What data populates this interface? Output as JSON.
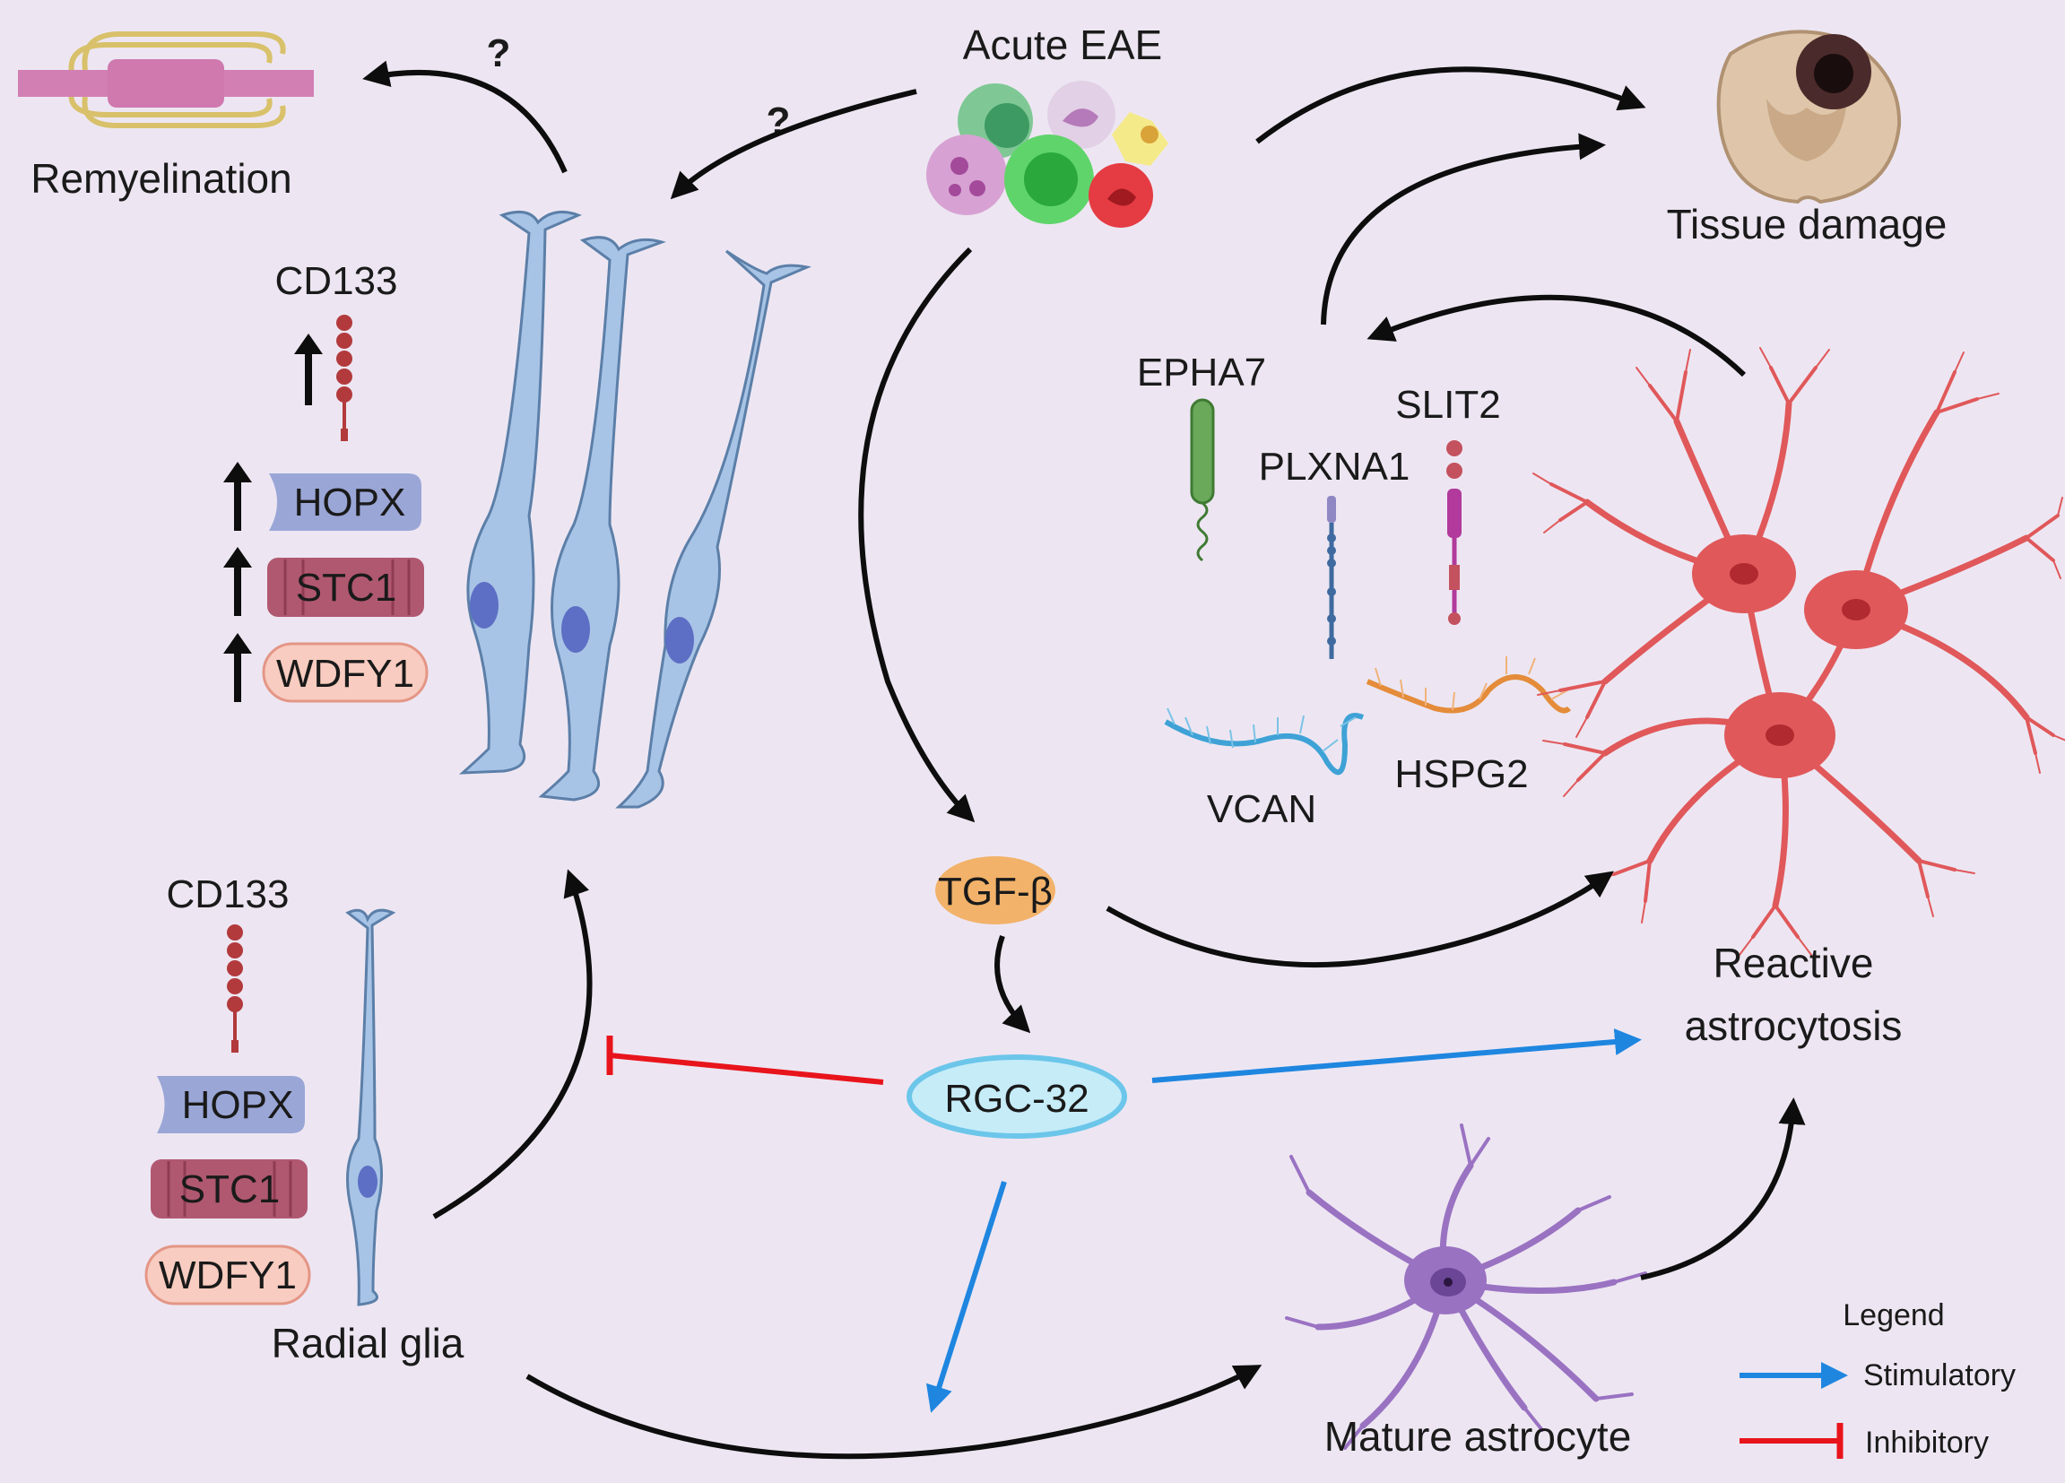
{
  "labels": {
    "remyelination": "Remyelination",
    "acute_eae": "Acute EAE",
    "tissue_damage": "Tissue damage",
    "question": "?",
    "reactive_line1": "Reactive",
    "reactive_line2": "astrocytosis",
    "mature_astrocyte": "Mature astrocyte",
    "radial_glia": "Radial glia",
    "tgf_beta": "TGF-β",
    "rgc32": "RGC-32"
  },
  "gene_panel_upregulated": {
    "cd133": "CD133",
    "hopx": "HOPX",
    "stc1": "STC1",
    "wdfy1": "WDFY1"
  },
  "gene_panel_baseline": {
    "cd133": "CD133",
    "hopx": "HOPX",
    "stc1": "STC1",
    "wdfy1": "WDFY1"
  },
  "ecm_molecules": {
    "epha7": "EPHA7",
    "plxna1": "PLXNA1",
    "slit2": "SLIT2",
    "vcan": "VCAN",
    "hspg2": "HSPG2"
  },
  "legend": {
    "title": "Legend",
    "stimulatory": "Stimulatory",
    "inhibitory": "Inhibitory"
  },
  "colors": {
    "background": "#ede6f2",
    "stimulatory": "#1f86e0",
    "inhibitory": "#e8141c",
    "neutral_arrow": "#0d0d0d",
    "tgf_fill": "#f2b26a",
    "rgc_fill": "#c6ecf8",
    "rgc_stroke": "#6cc6ea",
    "reactive_astro": "#e0585a",
    "mature_astro": "#9a72c2",
    "radial_glia": "#a7c4e6"
  }
}
